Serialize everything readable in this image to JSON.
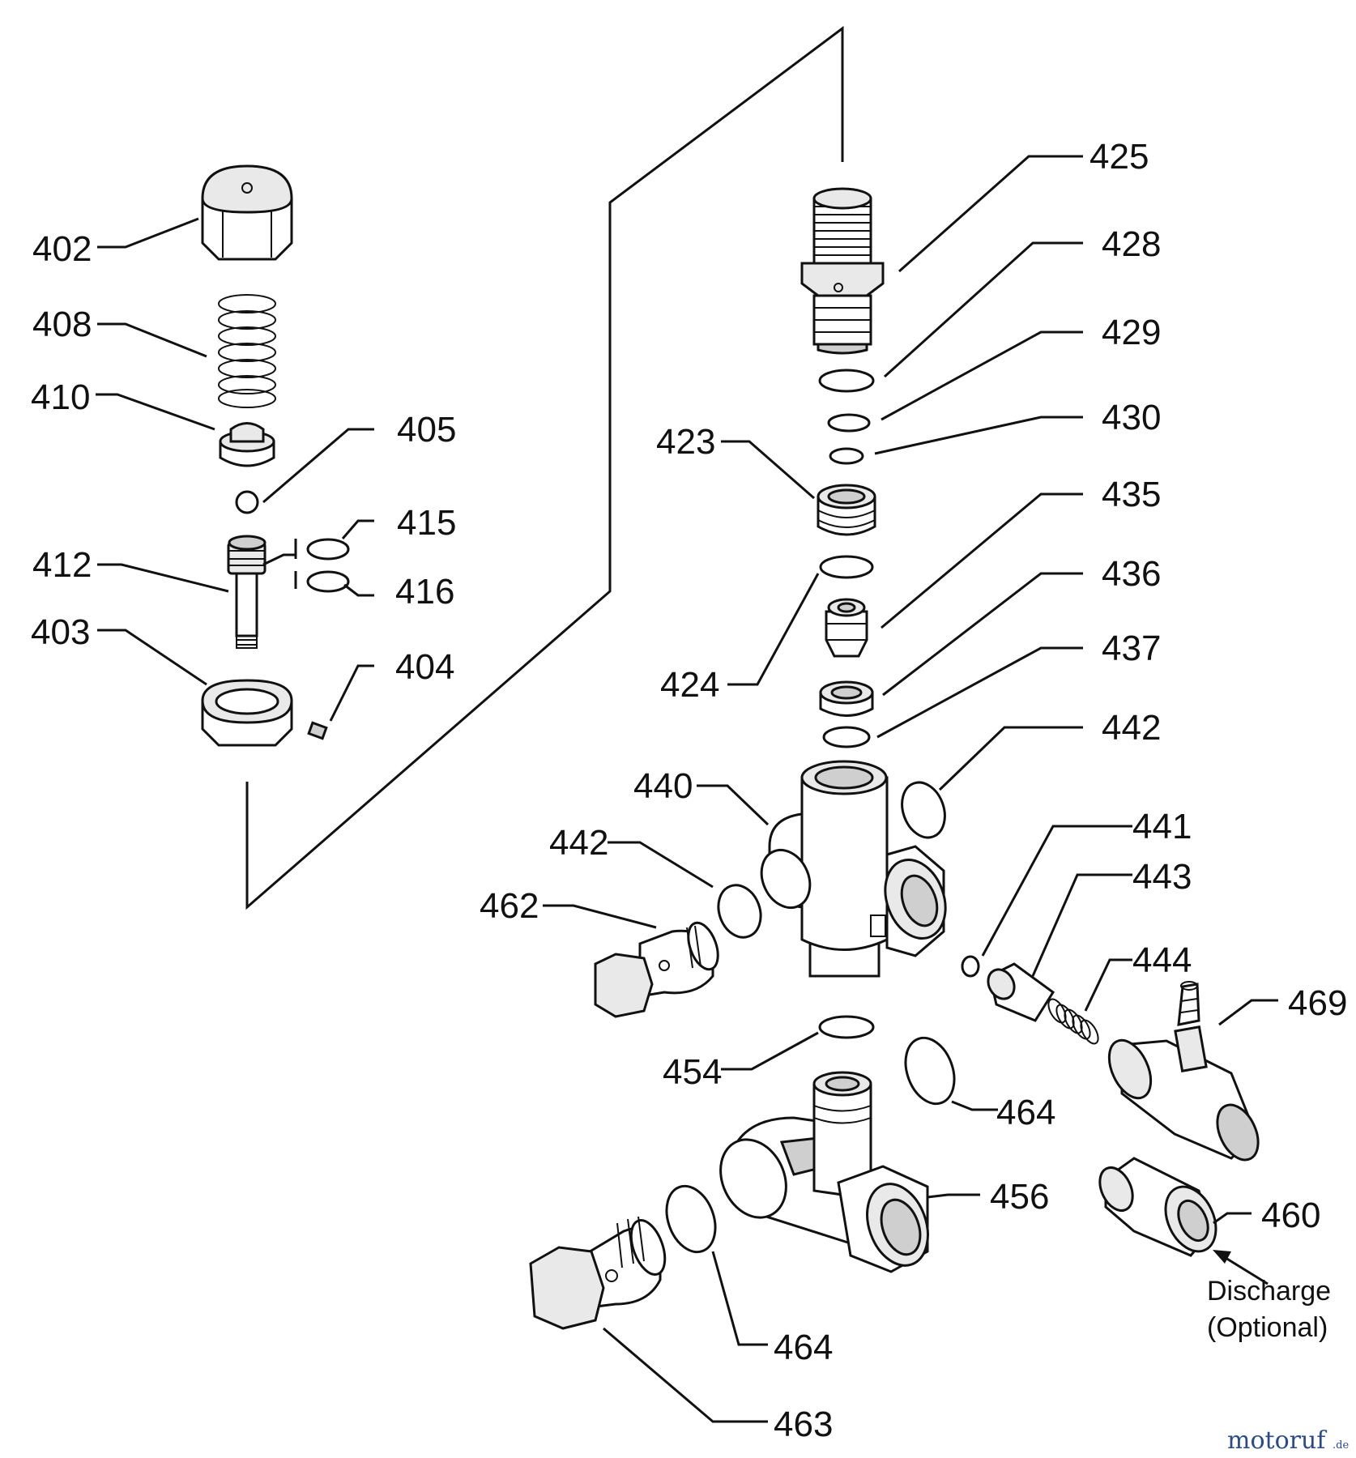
{
  "labels": {
    "l402": "402",
    "l408": "408",
    "l410": "410",
    "l405": "405",
    "l415": "415",
    "l412": "412",
    "l416": "416",
    "l403": "403",
    "l404": "404",
    "l425": "425",
    "l428": "428",
    "l429": "429",
    "l430": "430",
    "l423": "423",
    "l435": "435",
    "l436": "436",
    "l424": "424",
    "l437": "437",
    "l442a": "442",
    "l440": "440",
    "l442b": "442",
    "l441": "441",
    "l462": "462",
    "l443": "443",
    "l444": "444",
    "l469": "469",
    "l454": "454",
    "l464a": "464",
    "l456": "456",
    "l460": "460",
    "l464b": "464",
    "l463": "463"
  },
  "note": {
    "line1": "Discharge",
    "line2": "(Optional)"
  },
  "watermark": {
    "main": "motoruf",
    "suffix": ".de"
  }
}
